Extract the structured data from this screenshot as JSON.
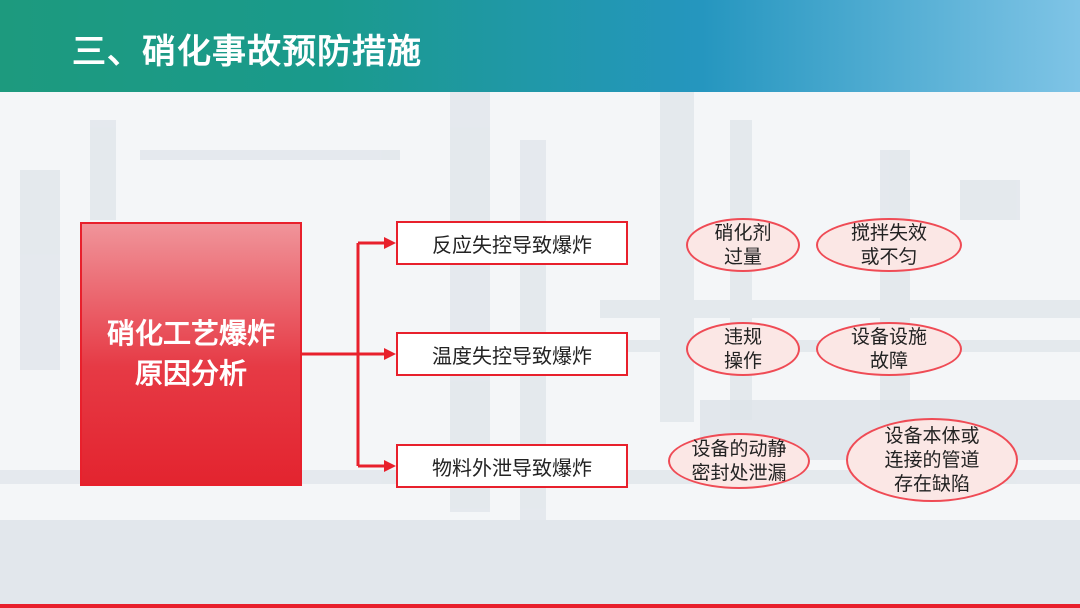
{
  "header": {
    "title": "三、硝化事故预防措施"
  },
  "main_box": {
    "lines": [
      "硝化工艺爆炸",
      "原因分析"
    ]
  },
  "causes": [
    {
      "label": "反应失控导致爆炸",
      "factors": [
        [
          "硝化剂",
          "过量"
        ],
        [
          "搅拌失效",
          "或不匀"
        ]
      ]
    },
    {
      "label": "温度失控导致爆炸",
      "factors": [
        [
          "违规",
          "操作"
        ],
        [
          "设备设施",
          "故障"
        ]
      ]
    },
    {
      "label": "物料外泄导致爆炸",
      "factors": [
        [
          "设备的动静",
          "密封处泄漏"
        ],
        [
          "设备本体或",
          "连接的管道",
          "存在缺陷"
        ]
      ]
    }
  ],
  "colors": {
    "accent": "#e8202c",
    "header_start": "#1d9a7e",
    "header_end": "#7fc4e6",
    "ellipse_fill": "#fbe7e5"
  }
}
